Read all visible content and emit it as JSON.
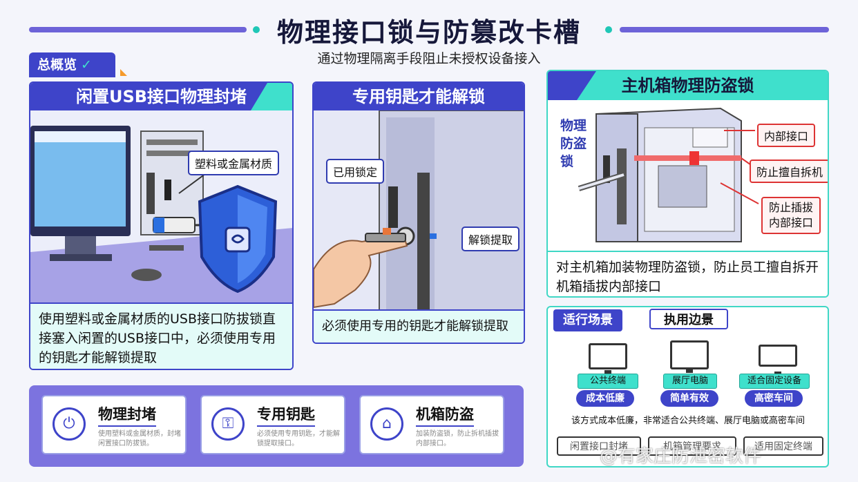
{
  "header": {
    "title": "物理接口锁与防篡改卡槽",
    "subtitle": "通过物理隔离手段阻止未授权设备接入"
  },
  "overview_tab": {
    "label": "总概览"
  },
  "panels": {
    "usb": {
      "title": "闲置USB接口物理封堵",
      "callout": "塑料或金属材质",
      "desc": "使用塑料或金属材质的USB接口防拔锁直接塞入闲置的USB接口中，必须使用专用的钥匙才能解锁提取"
    },
    "key": {
      "title": "专用钥匙才能解锁",
      "callout_locked": "已用锁定",
      "callout_unlock": "解锁提取",
      "desc": "必须使用专用的钥匙才能解锁提取"
    },
    "chassis": {
      "title": "主机箱物理防盗锁",
      "side_label": "物理防盗锁",
      "callouts": [
        "内部接口",
        "防止擅自拆机",
        "防止插拔内部接口"
      ],
      "desc": "对主机箱加装物理防盗锁，防止员工擅自拆开机箱插拔内部接口"
    }
  },
  "features": [
    {
      "title": "物理封堵",
      "desc": "使用塑料或金属材质，封堵闲置接口防拔锁。",
      "icon": "power-icon"
    },
    {
      "title": "专用钥匙",
      "desc": "必须使用专用钥匙，才能解锁提取接口。",
      "icon": "key-icon"
    },
    {
      "title": "机箱防盗",
      "desc": "加装防盗锁，防止拆机插拔内部接口。",
      "icon": "house-lock-icon"
    }
  ],
  "scenes": {
    "tab": "适行场景",
    "tab2": "执用边景",
    "items": [
      {
        "label": "公共终端",
        "tag": "成本低廉"
      },
      {
        "label": "展厅电脑",
        "tag": "简单有效"
      },
      {
        "label": "适合固定设备",
        "tag": "高密车间"
      }
    ],
    "note": "该方式成本低廉，非常适合公共终端、展厅电脑或高密车间",
    "buttons": [
      "闲置接口封堵",
      "机箱管理要求",
      "适用固定终端"
    ]
  },
  "watermark": "@有家庄防泄密软件",
  "colors": {
    "primary": "#3e44c9",
    "accent": "#3fe0cc",
    "alert": "#dd3333"
  }
}
